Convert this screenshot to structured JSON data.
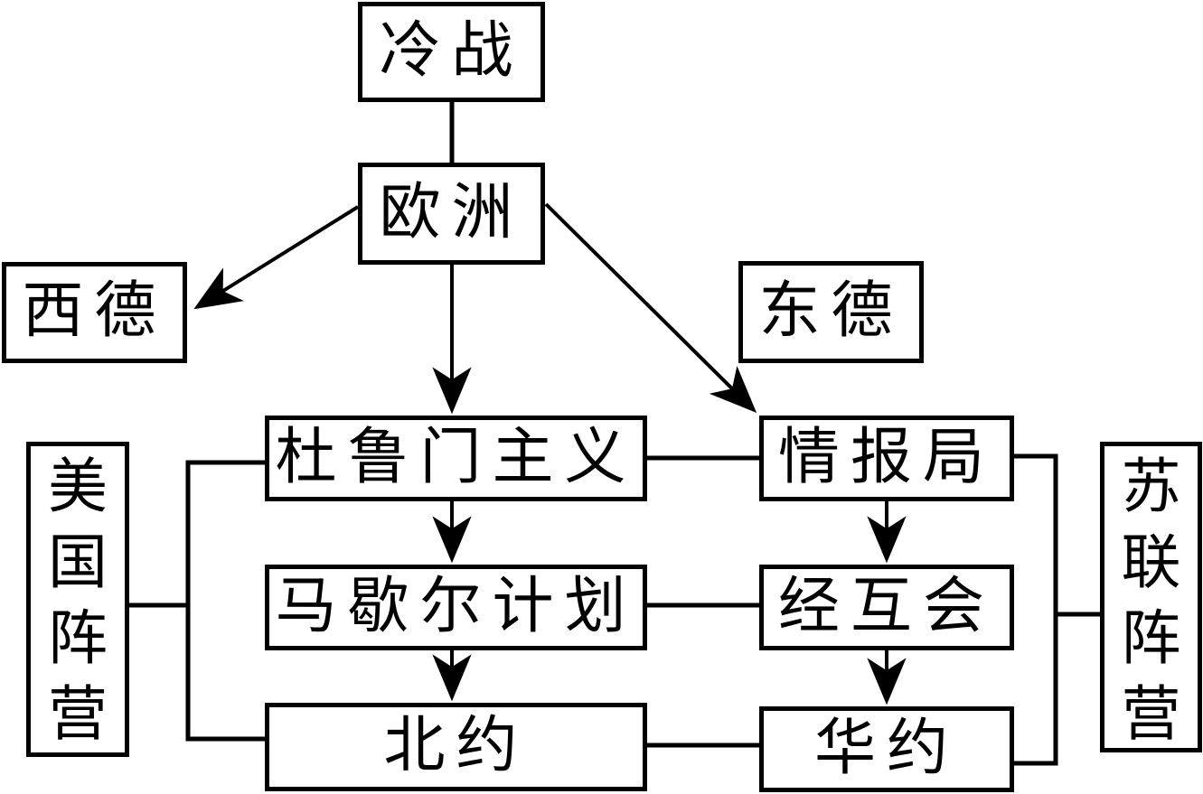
{
  "diagram": {
    "background_color": "#ffffff",
    "line_color": "#000000",
    "nodes": {
      "cold_war": {
        "label": "冷战"
      },
      "europe": {
        "label": "欧洲"
      },
      "west_germany": {
        "label": "西德"
      },
      "east_germany": {
        "label": "东德"
      },
      "truman_doctrine": {
        "label": "杜鲁门主义"
      },
      "cominform": {
        "label": "情报局"
      },
      "marshall_plan": {
        "label": "马歇尔计划"
      },
      "comecon": {
        "label": "经互会"
      },
      "nato": {
        "label": "北约"
      },
      "warsaw_pact": {
        "label": "华约"
      },
      "us_camp": {
        "label": "美国阵营"
      },
      "soviet_camp": {
        "label": "苏联阵营"
      }
    },
    "edges": [
      {
        "from": "cold_war",
        "to": "europe",
        "type": "line"
      },
      {
        "from": "europe",
        "to": "west_germany",
        "type": "arrow"
      },
      {
        "from": "europe",
        "to": "truman_doctrine",
        "type": "arrow"
      },
      {
        "from": "europe",
        "to": "cominform",
        "type": "arrow"
      },
      {
        "from": "truman_doctrine",
        "to": "marshall_plan",
        "type": "arrow"
      },
      {
        "from": "marshall_plan",
        "to": "nato",
        "type": "arrow"
      },
      {
        "from": "cominform",
        "to": "comecon",
        "type": "arrow"
      },
      {
        "from": "comecon",
        "to": "warsaw_pact",
        "type": "arrow"
      },
      {
        "from": "truman_doctrine",
        "to": "cominform",
        "type": "line"
      },
      {
        "from": "marshall_plan",
        "to": "comecon",
        "type": "line"
      },
      {
        "from": "nato",
        "to": "warsaw_pact",
        "type": "line"
      },
      {
        "from": "us_camp",
        "to": "truman_doctrine",
        "type": "bracket"
      },
      {
        "from": "us_camp",
        "to": "nato",
        "type": "bracket"
      },
      {
        "from": "soviet_camp",
        "to": "cominform",
        "type": "bracket"
      },
      {
        "from": "soviet_camp",
        "to": "warsaw_pact",
        "type": "bracket"
      }
    ]
  }
}
